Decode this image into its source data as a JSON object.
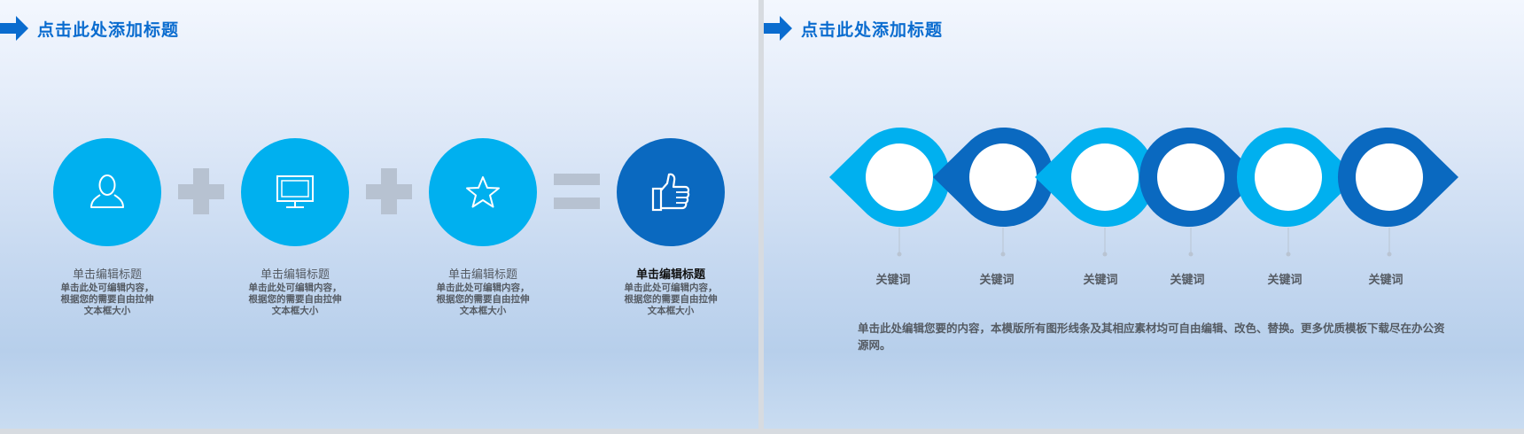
{
  "slides": [
    {
      "title": "点击此处添加标题",
      "items": [
        {
          "icon": "user-icon",
          "title": "单击编辑标题",
          "body": "单击此处可编辑内容，根据您的需要自由拉伸文本框大小"
        },
        {
          "icon": "monitor-icon",
          "title": "单击编辑标题",
          "body": "单击此处可编辑内容，根据您的需要自由拉伸文本框大小"
        },
        {
          "icon": "star-icon",
          "title": "单击编辑标题",
          "body": "单击此处可编辑内容，根据您的需要自由拉伸文本框大小"
        },
        {
          "icon": "thumbs-up-icon",
          "title": "单击编辑标题",
          "body": "单击此处可编辑内容，根据您的需要自由拉伸文本框大小"
        }
      ],
      "operators": [
        "plus-icon",
        "plus-icon",
        "equals-icon"
      ]
    },
    {
      "title": "点击此处添加标题",
      "keywords": [
        "关键词",
        "关键词",
        "关键词",
        "关键词",
        "关键词",
        "关键词"
      ],
      "description": "单击此处编辑您要的内容，本模版所有图形线条及其相应素材均可自由编辑、改色、替换。更多优质模板下载尽在办公资源网。"
    }
  ],
  "colors": {
    "title_blue": "#0a6ccf",
    "light_blue": "#00b0ef",
    "dark_blue": "#0a69c0",
    "operator_gray": "#b7c2d1"
  }
}
